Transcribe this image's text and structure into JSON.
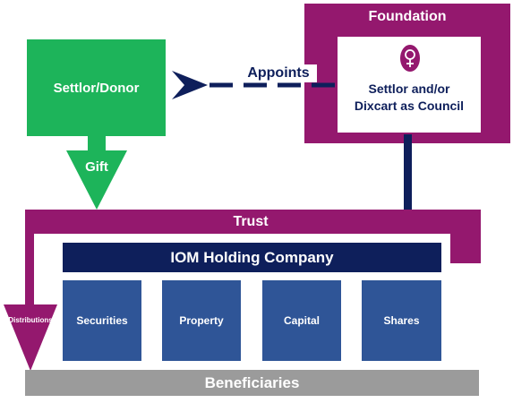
{
  "foundation": {
    "label": "Foundation"
  },
  "settlor_donor": {
    "label": "Settlor/Donor"
  },
  "appoints": {
    "label": "Appoints"
  },
  "council": {
    "line1": "Settlor and/or",
    "line2": "Dixcart as Council"
  },
  "gift": {
    "label": "Gift"
  },
  "trust": {
    "label": "Trust"
  },
  "holding_company": {
    "label": "IOM Holding Company"
  },
  "assets": [
    {
      "label": "Securities"
    },
    {
      "label": "Property"
    },
    {
      "label": "Capital"
    },
    {
      "label": "Shares"
    }
  ],
  "distributions": {
    "label": "Distributions"
  },
  "beneficiaries": {
    "label": "Beneficiaries"
  },
  "colors": {
    "purple": "#94186e",
    "green": "#1db45a",
    "navy": "#0e1f5b",
    "asset_blue": "#2f5597",
    "gray": "#9b9b9b"
  }
}
